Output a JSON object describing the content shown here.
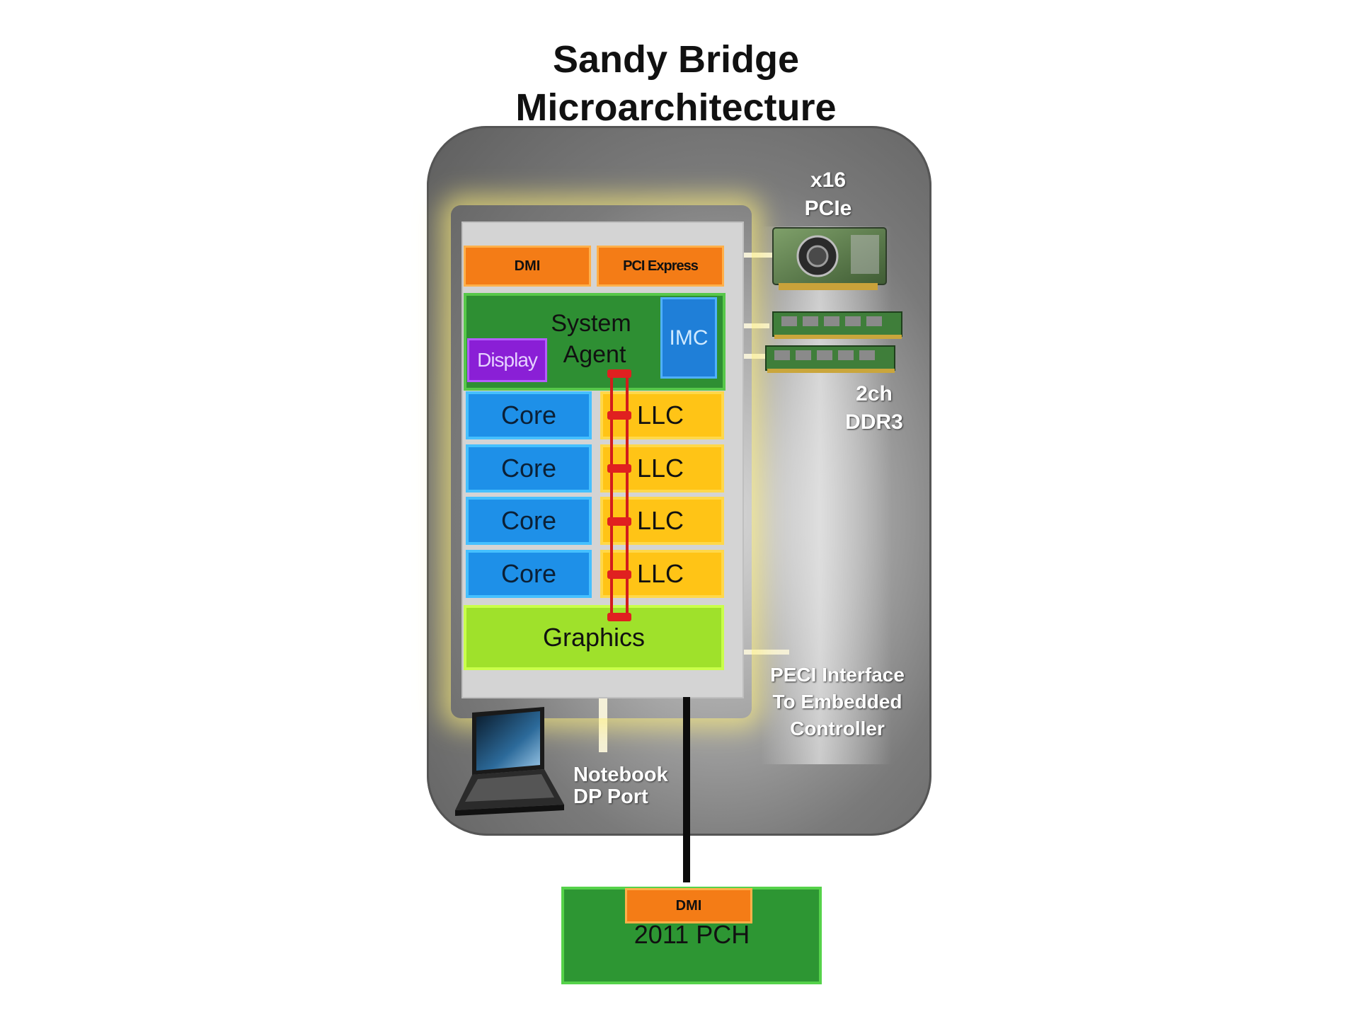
{
  "title": {
    "line1": "Sandy Bridge",
    "line2": "Microarchitecture"
  },
  "die": {
    "dmi": "DMI",
    "pci_express": "PCI Express",
    "system_agent": [
      "System",
      "Agent"
    ],
    "imc": "IMC",
    "display": "Display",
    "cores": [
      "Core",
      "Core",
      "Core",
      "Core"
    ],
    "llc": [
      "LLC",
      "LLC",
      "LLC",
      "LLC"
    ],
    "graphics": "Graphics"
  },
  "external": {
    "pcie": [
      "x16",
      "PCIe"
    ],
    "ddr3": [
      "2ch",
      "DDR3"
    ],
    "peci": [
      "PECI Interface",
      "To Embedded",
      "Controller"
    ],
    "notebook_dp": [
      "Notebook",
      "DP Port"
    ]
  },
  "pch": {
    "dmi": "DMI",
    "label": "2011 PCH"
  },
  "colors": {
    "orange": "#f47c16",
    "system_agent_green": "#2e8f33",
    "imc_blue": "#1f7fd8",
    "display_purple": "#8a1fd6",
    "core_blue": "#1e90e8",
    "llc_yellow": "#ffc416",
    "graphics_green": "#9fe12b",
    "ring_red": "#d21c1c"
  },
  "icons": [
    "graphics-card-icon",
    "memory-module-icon",
    "laptop-icon"
  ]
}
